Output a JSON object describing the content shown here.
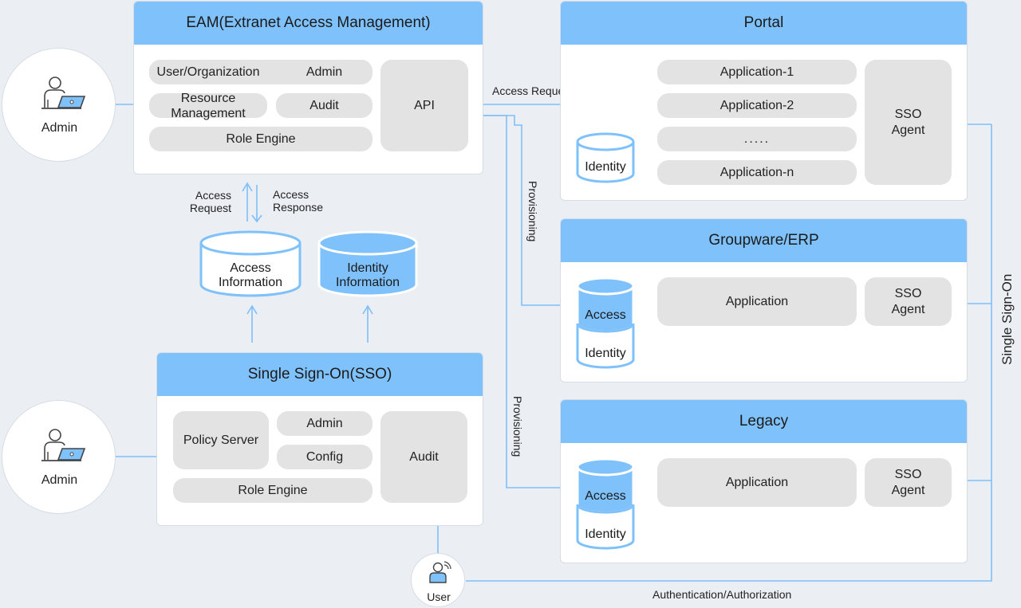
{
  "eam": {
    "title": "EAM(Extranet Access Management)",
    "user_org": "User/Organization",
    "admin": "Admin",
    "resource": "Resource\nManagement",
    "audit": "Audit",
    "role_engine": "Role Engine",
    "api": "API"
  },
  "admin_top": {
    "label": "Admin"
  },
  "admin_bottom": {
    "label": "Admin"
  },
  "labels": {
    "access_request": "Access\nRequest",
    "access_response": "Access\nResponse",
    "access_request_response": "Access Request/Response",
    "provisioning_1": "Provisioning",
    "provisioning_2": "Provisioning",
    "single_sign_on": "Single Sign-On",
    "auth": "Authentication/Authorization"
  },
  "databases": {
    "access_information": "Access\nInformation",
    "identity_information": "Identity\nInformation"
  },
  "sso": {
    "title": "Single Sign-On(SSO)",
    "policy_server": "Policy Server",
    "admin": "Admin",
    "config": "Config",
    "role_engine": "Role Engine",
    "audit": "Audit"
  },
  "user": {
    "label": "User"
  },
  "portal": {
    "title": "Portal",
    "apps": [
      "Application-1",
      "Application-2",
      ".....",
      "Application-n"
    ],
    "identity": "Identity",
    "sso_agent": "SSO\nAgent"
  },
  "groupware": {
    "title": "Groupware/ERP",
    "access": "Access",
    "identity": "Identity",
    "application": "Application",
    "sso_agent": "SSO\nAgent"
  },
  "legacy": {
    "title": "Legacy",
    "access": "Access",
    "identity": "Identity",
    "application": "Application",
    "sso_agent": "SSO\nAgent"
  },
  "colors": {
    "accent": "#7fc1fb",
    "line": "#7fbef7",
    "box": "#e3e3e3",
    "background": "#ebeef3"
  },
  "icons": [
    "admin-laptop-icon",
    "user-icon",
    "database-icon"
  ]
}
